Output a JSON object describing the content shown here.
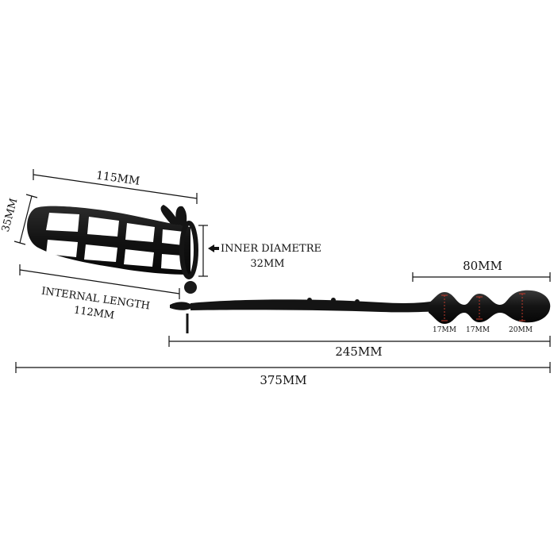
{
  "labels": {
    "sleeve_length": "115MM",
    "sleeve_height": "35MM",
    "inner_diametre_title": "INNER DIAMETRE",
    "inner_diametre_value": "32MM",
    "internal_length_title": "INTERNAL LENGTH",
    "internal_length_value": "112MM",
    "plug_length": "80MM",
    "bead_1": "17MM",
    "bead_2": "17MM",
    "bead_3": "20MM",
    "probe_length": "245MM",
    "total_length": "375MM"
  },
  "colors": {
    "product": "#141414",
    "line": "#111111",
    "bead_marker": "#c0392b"
  },
  "icons": {
    "arrow": "arrow-left-icon"
  }
}
